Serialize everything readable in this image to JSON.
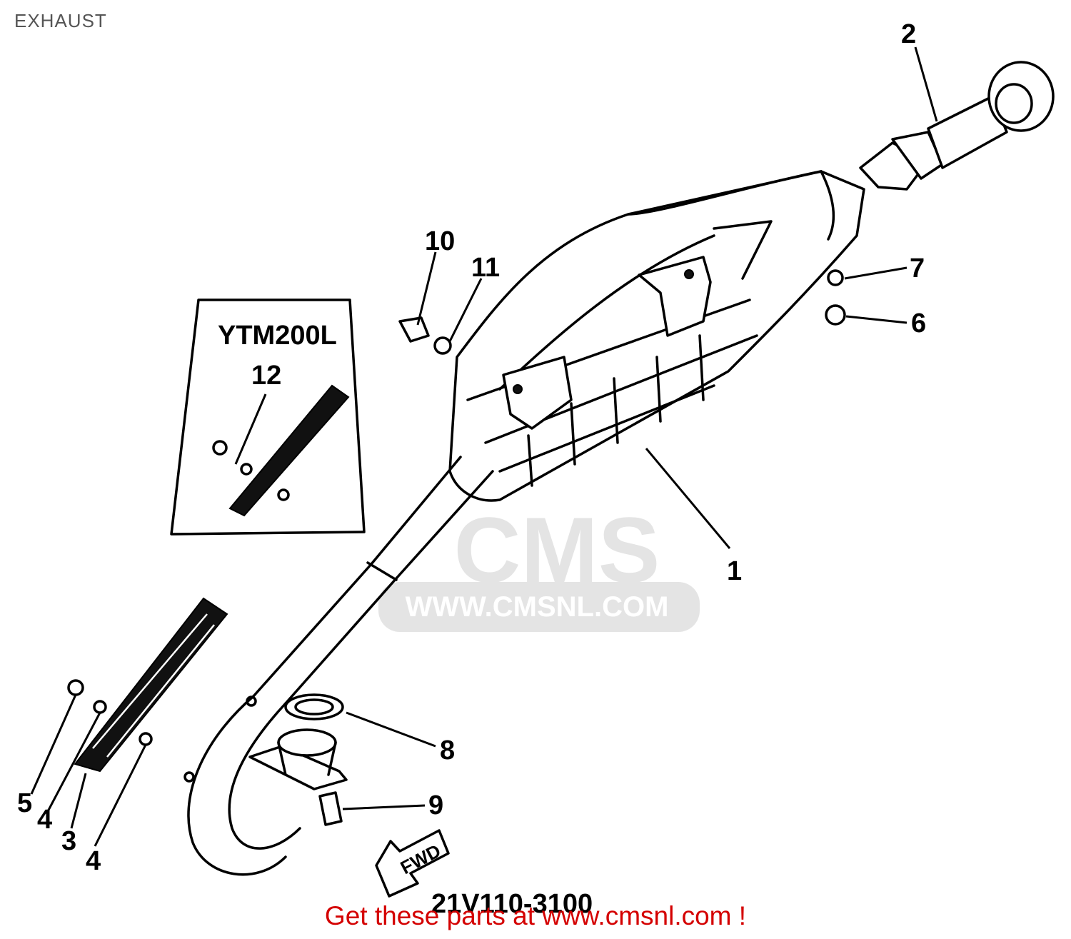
{
  "page": {
    "title": "EXHAUST"
  },
  "diagram": {
    "part_number": "21V110-3100",
    "inset_label": "YTM200L",
    "fwd_label": "FWD",
    "callouts": {
      "c1": "1",
      "c2": "2",
      "c3": "3",
      "c4a": "4",
      "c4b": "4",
      "c5": "5",
      "c6": "6",
      "c7": "7",
      "c8": "8",
      "c9": "9",
      "c10": "10",
      "c11": "11",
      "c12": "12"
    }
  },
  "watermark": {
    "logo": "CMS",
    "url": "WWW.CMSNL.COM"
  },
  "footer": {
    "link_text": "Get these parts at www.cmsnl.com !"
  },
  "colors": {
    "footer_text": "#d40000",
    "title_text": "#555555",
    "watermark": "#e4e4e4"
  }
}
